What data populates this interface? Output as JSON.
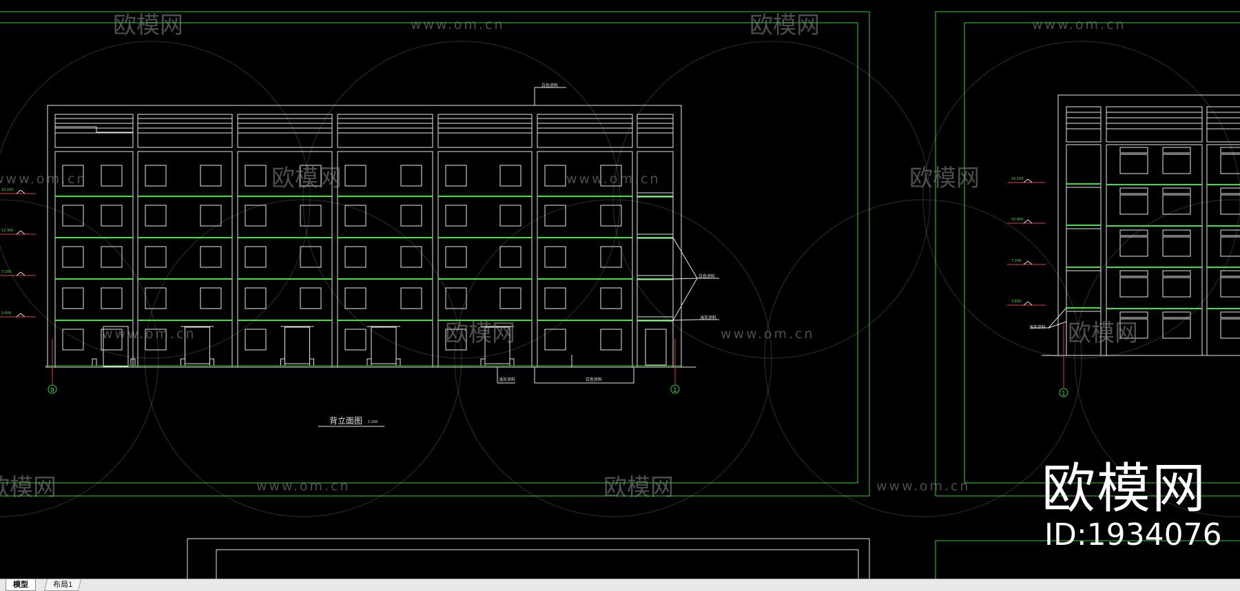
{
  "drawing": {
    "title": "背立面图",
    "scale": "1:100",
    "annotations": {
      "top_leader": "白色涂料",
      "side_1": "白色涂料",
      "side_2": "浅灰涂料",
      "bottom_1": "浅灰涂料",
      "bottom_2": "白色涂料",
      "right_leader": "浅灰涂料"
    },
    "axis_left": "9",
    "axis_right": "1",
    "axis_view2": "1",
    "levels_left": [
      "16.100",
      "12.300",
      "7.200",
      "3.600"
    ],
    "levels_right": [
      "16.100",
      "10.800",
      "7.200",
      "3.600"
    ]
  },
  "watermark": {
    "brand": "欧模网",
    "url": "www.om.cn",
    "id_label": "ID:1934076"
  },
  "tabs": [
    {
      "label": "模型",
      "active": true
    },
    {
      "label": "布局1",
      "active": false
    }
  ],
  "colors": {
    "background": "#000000",
    "frame": "#2fd12f",
    "lines": "#e8e8e8",
    "floor_lines": "#39e639",
    "axis": "#e23b3b"
  }
}
